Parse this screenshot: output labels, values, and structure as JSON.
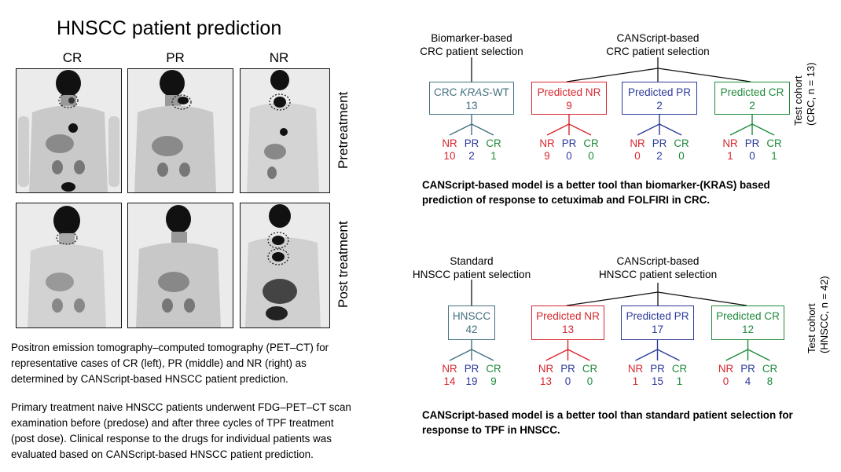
{
  "title": "HNSCC patient prediction",
  "scan_columns": [
    "CR",
    "PR",
    "NR"
  ],
  "scan_rows": [
    "Pretreatment",
    "Post treatment"
  ],
  "caption_1": [
    "Positron emission tomography–computed tomography (PET–CT) for",
    "representative cases of CR (left), PR (middle) and NR (right) as",
    "determined by CANScript-based HNSCC patient prediction."
  ],
  "caption_2": [
    "Primary treatment naive HNSCC patients underwent FDG–PET–CT scan",
    "examination before (predose) and after three cycles of TPF treatment",
    "(post dose). Clinical response to the drugs for individual patients was",
    "evaluated based on CANScript-based HNSCC patient prediction."
  ],
  "colors": {
    "nr": "#d7272e",
    "pr": "#2b3a9a",
    "cr": "#1f8a3a",
    "neutral": "#44707f"
  },
  "crc": {
    "left_header": [
      "Biomarker-based",
      "CRC patient selection"
    ],
    "right_header": [
      "CANScript-based",
      "CRC patient selection"
    ],
    "cohort_label_1": "Test cohort",
    "cohort_label_2": "(CRC, n = 13)",
    "boxes": [
      {
        "label_a": "CRC ",
        "label_italic": "KRAS",
        "label_b": "-WT",
        "count": "13",
        "color": "neutral",
        "nr": "10",
        "pr": "2",
        "cr": "1"
      },
      {
        "label_a": "Predicted NR",
        "label_italic": "",
        "label_b": "",
        "count": "9",
        "color": "nr",
        "nr": "9",
        "pr": "0",
        "cr": "0"
      },
      {
        "label_a": "Predicted PR",
        "label_italic": "",
        "label_b": "",
        "count": "2",
        "color": "pr",
        "nr": "0",
        "pr": "2",
        "cr": "0"
      },
      {
        "label_a": "Predicted CR",
        "label_italic": "",
        "label_b": "",
        "count": "2",
        "color": "cr",
        "nr": "1",
        "pr": "0",
        "cr": "1"
      }
    ],
    "response_labels": [
      "NR",
      "PR",
      "CR"
    ],
    "note": [
      "CANScript-based model is a better tool than biomarker-(KRAS) based",
      "prediction of response to cetuximab and FOLFIRI in CRC."
    ]
  },
  "hnscc": {
    "left_header": [
      "Standard",
      "HNSCC patient selection"
    ],
    "right_header": [
      "CANScript-based",
      "HNSCC patient selection"
    ],
    "cohort_label_1": "Test cohort",
    "cohort_label_2": "(HNSCC, n = 42)",
    "boxes": [
      {
        "label_a": "HNSCC",
        "label_italic": "",
        "label_b": "",
        "count": "42",
        "color": "neutral",
        "nr": "14",
        "pr": "19",
        "cr": "9"
      },
      {
        "label_a": "Predicted NR",
        "label_italic": "",
        "label_b": "",
        "count": "13",
        "color": "nr",
        "nr": "13",
        "pr": "0",
        "cr": "0"
      },
      {
        "label_a": "Predicted PR",
        "label_italic": "",
        "label_b": "",
        "count": "17",
        "color": "pr",
        "nr": "1",
        "pr": "15",
        "cr": "1"
      },
      {
        "label_a": "Predicted CR",
        "label_italic": "",
        "label_b": "",
        "count": "12",
        "color": "cr",
        "nr": "0",
        "pr": "4",
        "cr": "8"
      }
    ],
    "response_labels": [
      "NR",
      "PR",
      "CR"
    ],
    "note": [
      "CANScript-based model is a better tool than standard patient selection for",
      "response to TPF in HNSCC."
    ]
  }
}
